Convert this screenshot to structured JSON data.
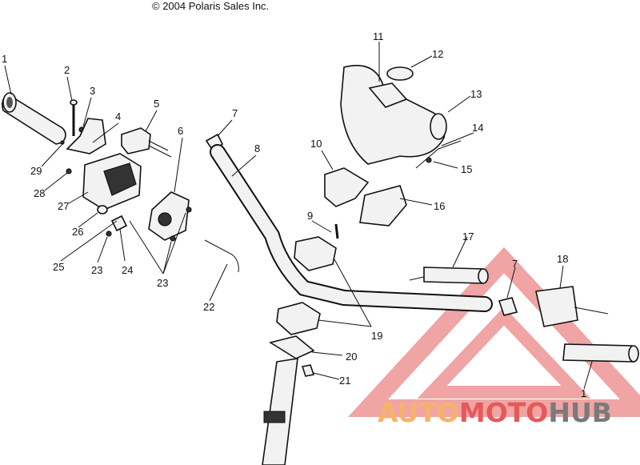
{
  "copyright": "© 2004 Polaris Sales Inc.",
  "callouts": [
    "1",
    "2",
    "3",
    "4",
    "5",
    "6",
    "7",
    "8",
    "9",
    "10",
    "11",
    "12",
    "13",
    "14",
    "15",
    "16",
    "17",
    "18",
    "19",
    "20",
    "21",
    "22",
    "23",
    "23",
    "23",
    "24",
    "25",
    "26",
    "27",
    "28",
    "29",
    "7",
    "1"
  ],
  "watermark": {
    "part_a": "AUTO",
    "part_b": "MOTO",
    "part_c": "HUB",
    "colors": {
      "auto": "#f6b26b",
      "moto": "#e45a5a",
      "hub": "#7a7a7a",
      "triangle": "#e45a5a"
    }
  }
}
